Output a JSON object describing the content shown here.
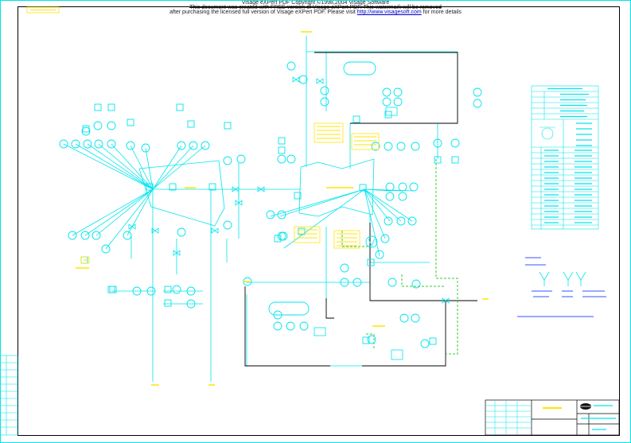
{
  "watermark": {
    "line1": "Visage eXPert PDF Copyright ©1998,2004 Visage Software",
    "line2": "This document was created with FREE version of Visage eXPert PDF. This watermark will be removed",
    "line3_prefix": "after purchasing the licensed full version of Visage eXPert PDF. Please visit ",
    "line3_link": "http://www.visagesoft.com",
    "line3_suffix": " for more details"
  },
  "colors": {
    "paper": "#ffffff",
    "frame": "#000000",
    "pipe": "#00e5ee",
    "equipment": "#00e5ee",
    "annotation": "#ffe600",
    "dashed_line": "#33cc33",
    "note_text": "#3355ff"
  },
  "icons": {
    "equipment_symbol": "cyan-circle-with-box",
    "logo": "company-logo-icon"
  }
}
